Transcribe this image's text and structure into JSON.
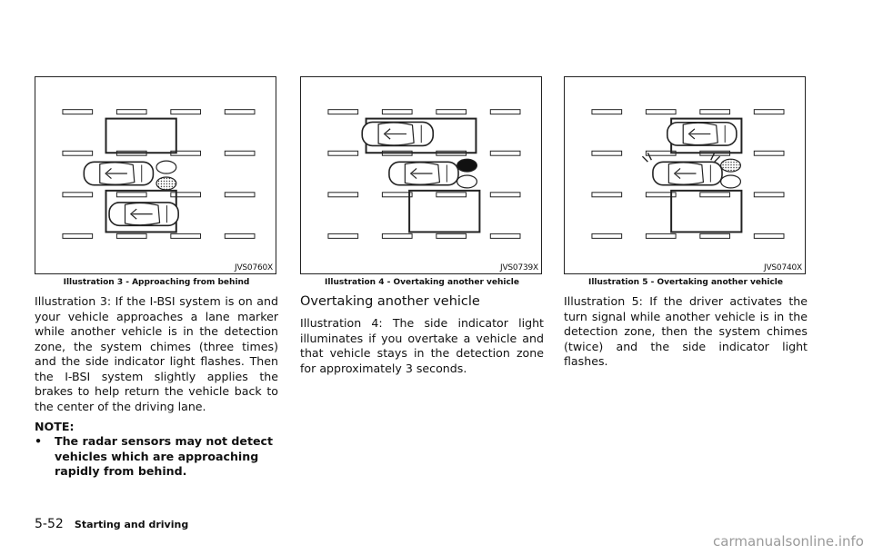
{
  "figures": [
    {
      "code": "JVS0760X",
      "caption": "Illustration 3 - Approaching from behind"
    },
    {
      "code": "JVS0739X",
      "caption": "Illustration 4 - Overtaking another vehicle"
    },
    {
      "code": "JVS0740X",
      "caption": "Illustration 5 - Overtaking another vehicle"
    }
  ],
  "col1": {
    "paragraph": "Illustration 3: If the I-BSI system is on and your vehicle approaches a lane marker while another vehicle is in the detection zone, the system chimes (three times) and the side indicator light flashes. Then the I-BSI system slightly applies the brakes to help return the vehicle back to the center of the driving lane.",
    "note_label": "NOTE:",
    "note_bullet": "•",
    "note_text": "The radar sensors may not detect vehicles which are approaching rapidly from behind."
  },
  "col2": {
    "heading": "Overtaking another vehicle",
    "paragraph": "Illustration 4: The side indicator light illuminates if you overtake a vehicle and that vehicle stays in the detection zone for approximately 3 seconds."
  },
  "col3": {
    "paragraph": "Illustration 5: If the driver activates the turn signal while another vehicle is in the detection zone, then the system chimes (twice) and the side indicator light flashes."
  },
  "footer": {
    "page": "5-52",
    "section": "Starting and driving"
  },
  "watermark": "carmanualsonline.info"
}
